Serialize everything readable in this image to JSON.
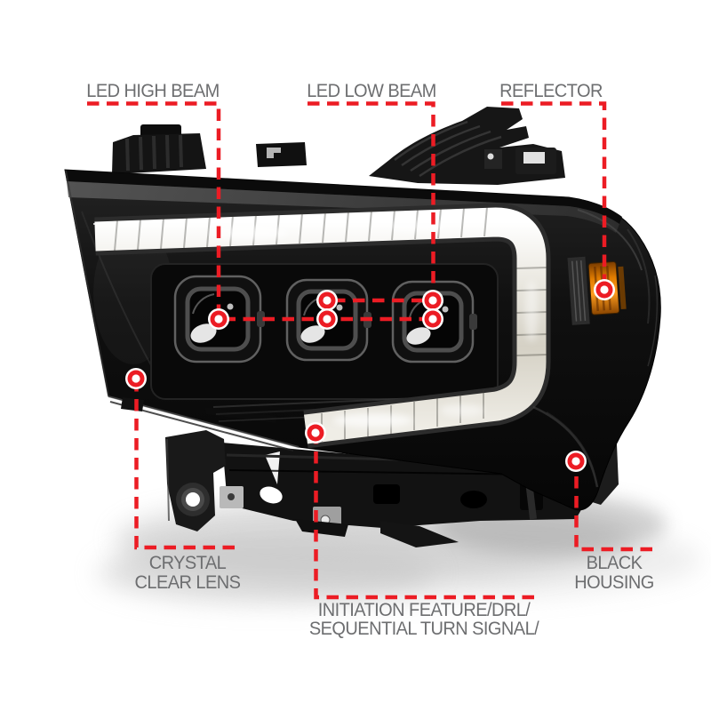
{
  "illustration": "truck-headlight-assembly",
  "callouts": [
    {
      "id": "led-high-beam",
      "label": "LED HIGH BEAM"
    },
    {
      "id": "led-low-beam",
      "label": "LED LOW BEAM"
    },
    {
      "id": "reflector",
      "label": "REFLECTOR"
    },
    {
      "id": "crystal-clear-lens",
      "lines": [
        "CRYSTAL",
        "CLEAR LENS"
      ]
    },
    {
      "id": "black-housing",
      "lines": [
        "BLACK",
        "HOUSING"
      ]
    },
    {
      "id": "initiation-feature",
      "lines": [
        "INITIATION FEATURE/DRL/",
        "SEQUENTIAL TURN SIGNAL/"
      ]
    }
  ],
  "colors": {
    "callout_red": "#ec1c24",
    "label_gray": "#6d6e70",
    "background": "#ffffff",
    "housing_black": "#111111",
    "drl_strip_cream": "#e9e6dd",
    "amber_reflector": "#e07c00"
  }
}
